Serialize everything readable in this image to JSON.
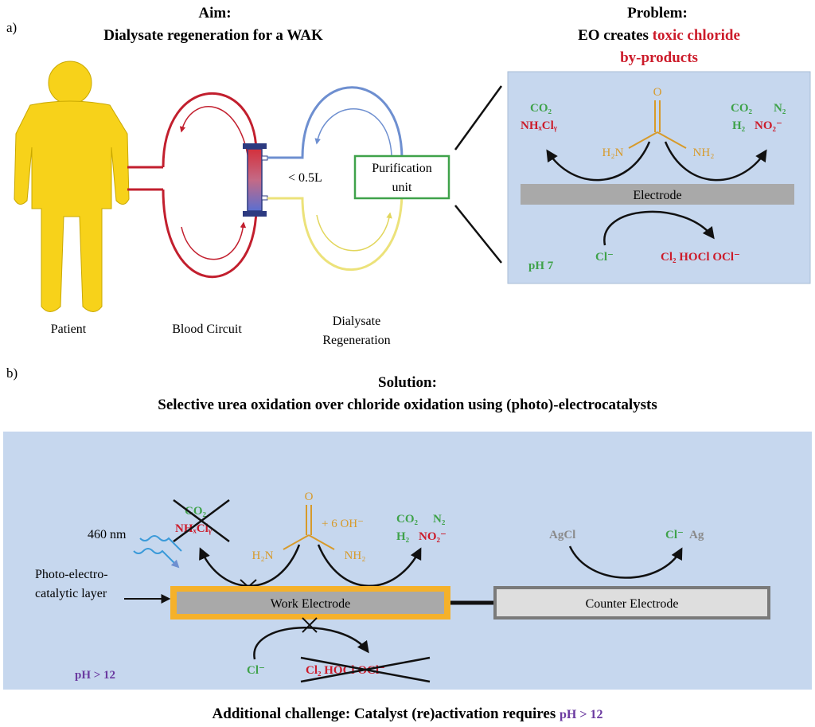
{
  "panel_a": {
    "label": "a)",
    "aim_heading": "Aim:",
    "aim_text": "Dialysate regeneration for a WAK",
    "problem_heading": "Problem:",
    "problem_text_1": "EO creates",
    "problem_text_2": "toxic chloride",
    "problem_text_3": "by-products",
    "patient_label": "Patient",
    "blood_circuit_label": "Blood Circuit",
    "dialysate_label_1": "Dialysate",
    "dialysate_label_2": "Regeneration",
    "volume_label": "< 0.5L",
    "purification_label_1": "Purification",
    "purification_label_2": "unit",
    "inset": {
      "urea_o": "O",
      "urea_h2n": "H₂N",
      "urea_nh2": "NH₂",
      "left_co2": "CO₂",
      "left_nhxcly": "NHₓClᵧ",
      "right_co2": "CO₂",
      "right_n2": "N₂",
      "right_h2": "H₂",
      "right_no2": "NO₂⁻",
      "electrode_label": "Electrode",
      "ph": "pH 7",
      "cl_minus": "Cl⁻",
      "cl_products": "Cl₂  HOCl  OCl⁻"
    }
  },
  "panel_b": {
    "label": "b)",
    "solution_heading": "Solution:",
    "solution_text": "Selective urea oxidation over chloride oxidation using (photo)-electrocatalysts",
    "wavelength": "460 nm",
    "layer_label_1": "Photo-electro-",
    "layer_label_2": "catalytic layer",
    "urea_o": "O",
    "oh_label": "+ 6 OH⁻",
    "urea_h2n": "H₂N",
    "urea_nh2": "NH₂",
    "left_co2": "CO₂",
    "left_nhxcly": "NHₓClᵧ",
    "right_co2": "CO₂",
    "right_n2": "N₂",
    "right_h2": "H₂",
    "right_no2": "NO₂⁻",
    "work_electrode": "Work Electrode",
    "counter_electrode": "Counter Electrode",
    "agcl": "AgCl",
    "cl_minus_right": "Cl⁻",
    "ag": "Ag",
    "ph": "pH > 12",
    "cl_minus": "Cl⁻",
    "cl_products": "Cl₂  HOCl  OCl⁻",
    "challenge_text": "Additional challenge: Catalyst (re)activation requires",
    "challenge_ph": "pH > 12"
  },
  "colors": {
    "panel_bg": "#c6d7ee",
    "red": "#cc1b2a",
    "green": "#3fa24a",
    "urea": "#d79a2a",
    "purple": "#6b3aa0",
    "patient": "#f7d21a",
    "electrode": "#a9a9a9",
    "catalyst_layer": "#f5b12a",
    "blood": "#c21f2e",
    "dialysate_blue": "#6e8fd0",
    "dialysate_yellow": "#ece27a",
    "grey_text": "#8a8a8a"
  }
}
